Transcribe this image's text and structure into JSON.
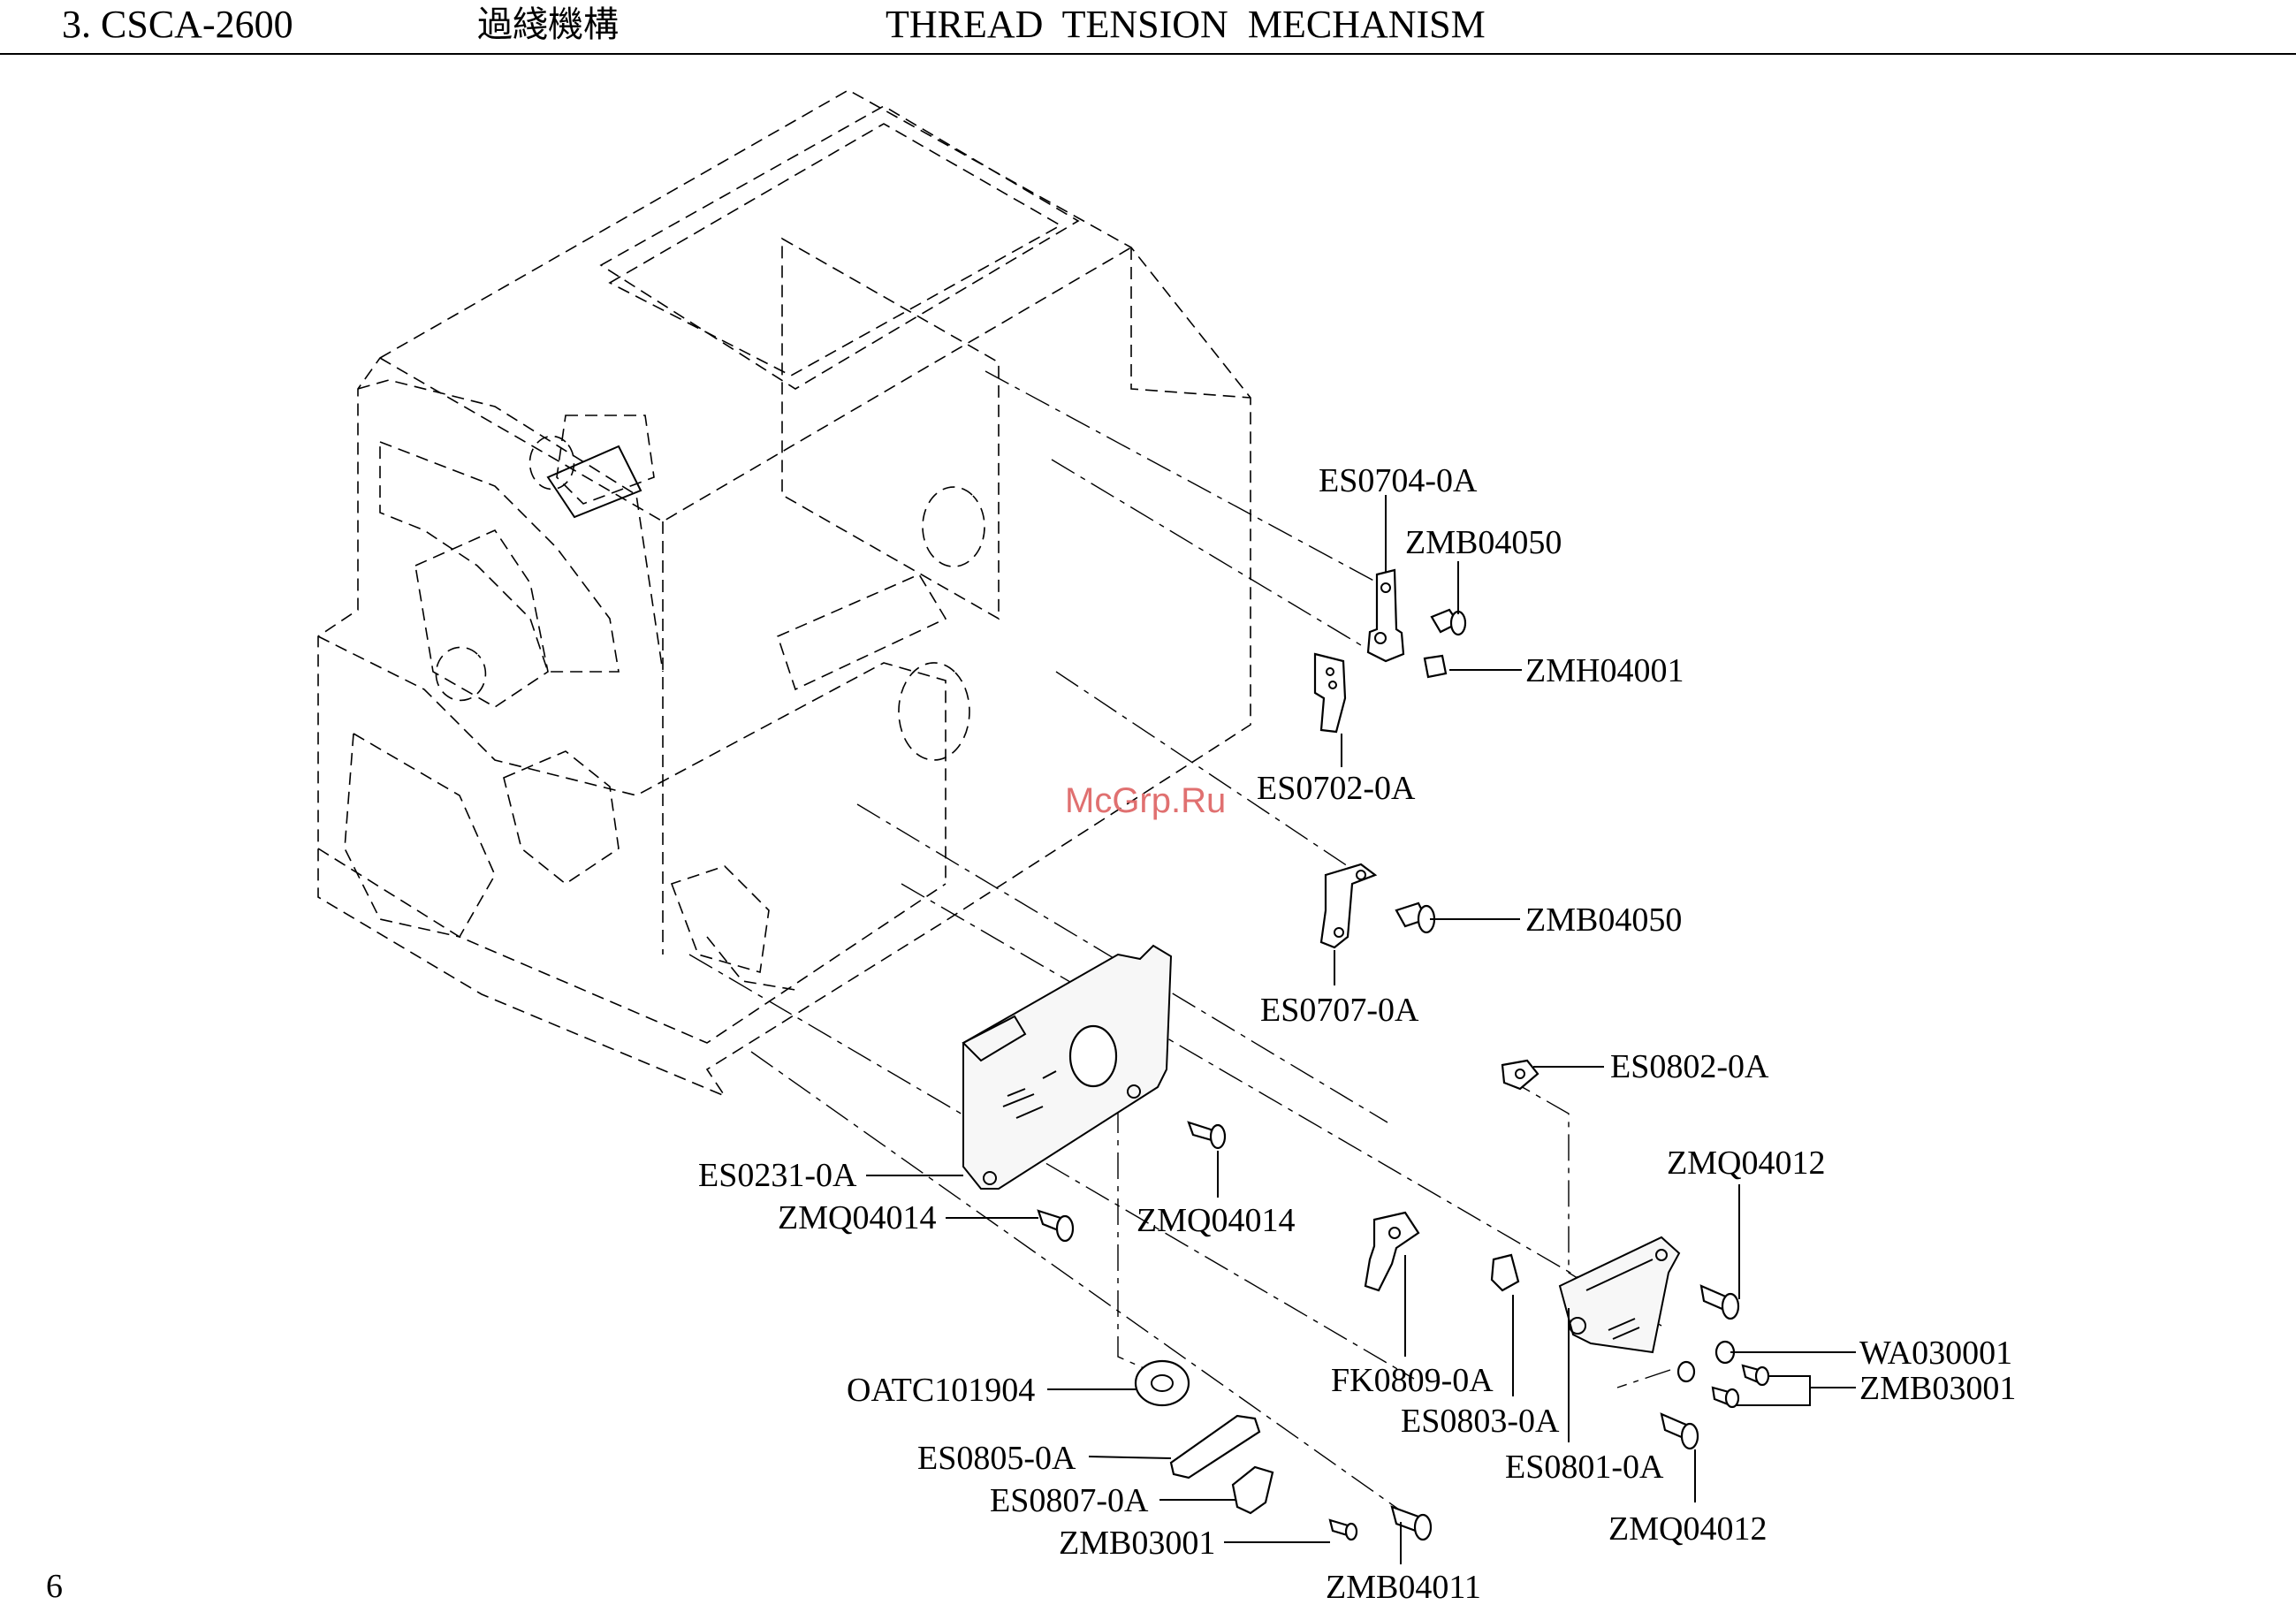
{
  "header": {
    "section": "3. CSCA-2600",
    "title_cn": "過綫機構",
    "title_en": "THREAD  TENSION  MECHANISM"
  },
  "page_number": "6",
  "watermark": "McGrp.Ru",
  "parts": {
    "es0704": "ES0704-0A",
    "zmb04050_a": "ZMB04050",
    "zmh04001": "ZMH04001",
    "es0702": "ES0702-0A",
    "zmb04050_b": "ZMB04050",
    "es0707": "ES0707-0A",
    "es0802": "ES0802-0A",
    "zmq04012_a": "ZMQ04012",
    "es0231": "ES0231-0A",
    "zmq04014_a": "ZMQ04014",
    "zmq04014_b": "ZMQ04014",
    "wa030001": "WA030001",
    "zmb03001_a": "ZMB03001",
    "fk0809": "FK0809-0A",
    "es0803": "ES0803-0A",
    "oatc101904": "OATC101904",
    "es0801": "ES0801-0A",
    "es0805": "ES0805-0A",
    "es0807": "ES0807-0A",
    "zmq04012_b": "ZMQ04012",
    "zmb03001_b": "ZMB03001",
    "zmb04011": "ZMB04011"
  }
}
